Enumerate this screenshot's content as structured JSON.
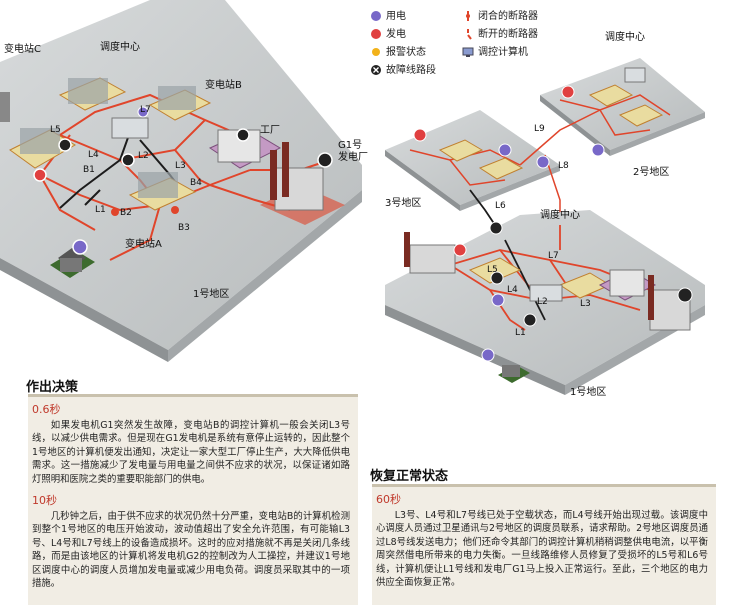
{
  "legend": {
    "items": [
      {
        "label": "用电",
        "icon": "consumer-icon"
      },
      {
        "label": "发电",
        "icon": "generator-icon"
      },
      {
        "label": "报警状态",
        "icon": "alarm-icon"
      },
      {
        "label": "故障线路段",
        "icon": "fault-icon"
      },
      {
        "label": "闭合的断路器",
        "icon": "closed-breaker-icon"
      },
      {
        "label": "断开的断路器",
        "icon": "open-breaker-icon"
      },
      {
        "label": "调控计算机",
        "icon": "computer-icon"
      }
    ]
  },
  "left_map": {
    "region_label": "1号地区",
    "substation_c": "变电站C",
    "dispatch_center": "调度中心",
    "substation_b": "变电站B",
    "substation_a": "变电站A",
    "factory": "工厂",
    "plant": "G1号\n发电厂",
    "lines": [
      "L1",
      "L2",
      "L3",
      "L4",
      "L5",
      "L7"
    ],
    "breakers": [
      "B1",
      "B2",
      "B3",
      "B4"
    ]
  },
  "right_map": {
    "dispatch_top": "调度中心",
    "region2": "2号地区",
    "region3": "3号地区",
    "dispatch_mid": "调度中心",
    "region1": "1号地区",
    "lines_top": [
      "L9",
      "L8",
      "L6"
    ],
    "lines_main": [
      "L1",
      "L2",
      "L3",
      "L4",
      "L5",
      "L7"
    ]
  },
  "decision": {
    "title": "作出决策",
    "t1": "0.6秒",
    "p1": "如果发电机G1突然发生故障，变电站B的调控计算机一般会关闭L3号线，以减少供电需求。但是现在G1发电机是系统有意停止运转的，因此整个1号地区的计算机便发出通知，决定让一家大型工厂停止生产，大大降低供电需求。这一措施减少了发电量与用电量之间供不应求的状况，以保证诸如路灯照明和医院之类的重要职能部门的供电。",
    "t2": "10秒",
    "p2": "几秒钟之后，由于供不应求的状况仍然十分严重，变电站B的计算机检测到整个1号地区的电压开始波动，波动值超出了安全允许范围，有可能输L3号、L4号和L7号线上的设备造成损坏。这时的应对措施就不再是关闭几条线路，而是由该地区的计算机将发电机G2的控制改为人工操控，并建议1号地区调度中心的调度人员增加发电量或减少用电负荷。调度员采取其中的一项措施。"
  },
  "recovery": {
    "title": "恢复正常状态",
    "t1": "60秒",
    "p1": "L3号、L4号和L7号线已处于空载状态，而L4号线开始出现过载。该调度中心调度人员通过卫星通讯与2号地区的调度员联系，请求帮助。2号地区调度员通过L8号线发送电力；他们还命令其部门的调控计算机稍稍调整供电电流，以平衡周突然借电所带来的电力失衡。一旦线路维修人员修复了受损坏的L5号和L6号线，计算机便让L1号线和发电厂G1马上投入正常运行。至此，三个地区的电力供应全面恢复正常。"
  },
  "colors": {
    "board": "#c9cccd",
    "board_side": "#8e9294",
    "power_line": "#e0452b",
    "control_line": "#1c1c1c",
    "fault": "#111111",
    "time_red": "#c0392b",
    "panel_bg": "#f1ede4"
  }
}
